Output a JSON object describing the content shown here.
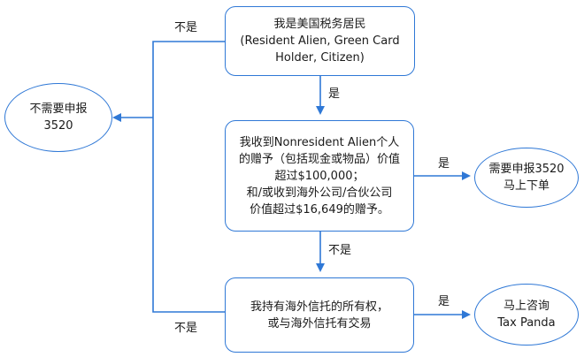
{
  "nodes": {
    "resident": {
      "lines": [
        "我是美国税务居民",
        "(Resident Alien, Green Card",
        "Holder, Citizen)"
      ]
    },
    "gift": {
      "lines": [
        "我收到Nonresident Alien个人",
        "的赠予（包括现金或物品）价值",
        "超过$100,000；",
        "和/或收到海外公司/合伙公司",
        "价值超过$16,649的赠予。"
      ]
    },
    "trust": {
      "lines": [
        "我持有海外信托的所有权，",
        "或与海外信托有交易"
      ]
    },
    "no_3520": {
      "lines": [
        "不需要申报",
        "3520"
      ]
    },
    "need_3520": {
      "lines": [
        "需要申报3520",
        "马上下单"
      ]
    },
    "consult": {
      "lines": [
        "马上咨询",
        "Tax Panda"
      ]
    }
  },
  "edge_labels": {
    "resident_to_gift": "是",
    "resident_to_no": "不是",
    "gift_to_need": "是",
    "gift_to_trust": "不是",
    "trust_to_consult": "是",
    "trust_to_no": "不是"
  },
  "colors": {
    "line": "#2f78d6",
    "text": "#1a1a1a"
  }
}
